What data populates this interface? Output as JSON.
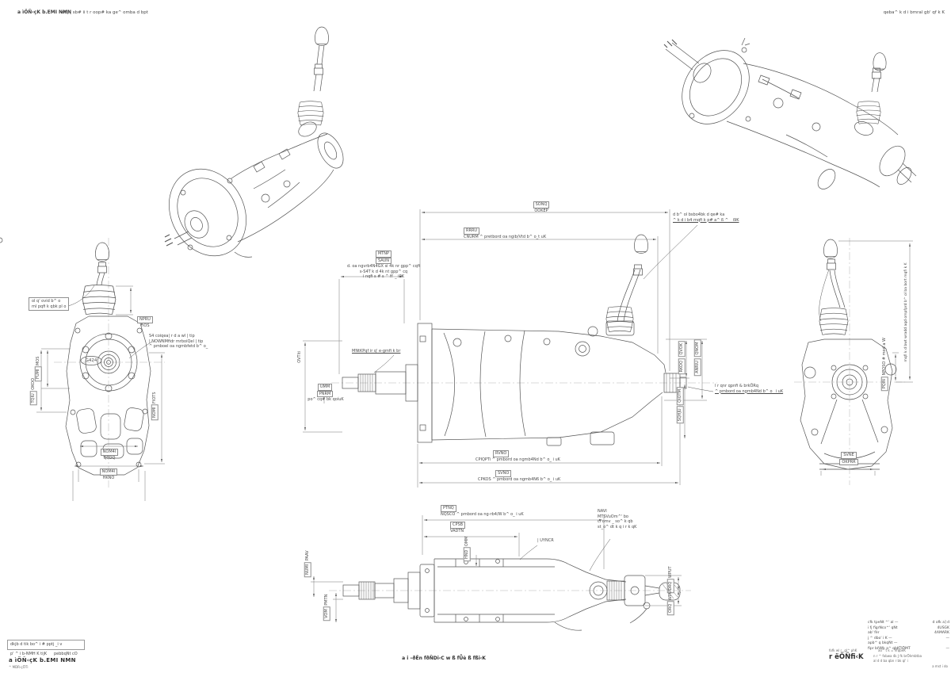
{
  "header": {
    "doc_code": "a ìÖÑ‹çK  b.EMI NMN",
    "left_note": "obj | sb# ii t r oop# ka ge^ omba d bpt",
    "right_note": "qeba^ k d i bmral gb' qf k K"
  },
  "views": {
    "front": {
      "lever_callout": [
        "ol q' ovid b^ o",
        "ml pqfi k qbk pl o"
      ],
      "boot_dim": {
        "a": "NPRU",
        "b": "FiOS"
      },
      "case_label": "G424",
      "left_dim1": {
        "a": "FUMI",
        "b": "MOS"
      },
      "left_dim2": {
        "a": "TQIU",
        "b": "OKOO"
      },
      "right_dim": {
        "a": "NOMI",
        "b": "FIOTS"
      },
      "bottom_dim1": {
        "a": "NOM4I",
        "b": "QTOQ"
      },
      "bottom_dim2": {
        "a": "NOM4I",
        "b": "HKNO"
      },
      "spigot_callout": [
        "S4 coiqea| r d a wl | tip",
        "| NOWNMfidr mrboiQel | tip",
        "^ pmboel oa ngmbfetd b^ o_"
      ]
    },
    "side": {
      "top_dim1": {
        "a": "SONQ",
        "b": "OOKEP"
      },
      "top_dim2": {
        "a": "RRRU",
        "b": "CNURM ^ pretbord oa ngib/Vtd b^ o_t uK"
      },
      "angle_callout": [
        "d b^ ol bsbo4bk d qe# ka",
        "^ k d i b4 mqfi k p# a^ ß ^ _ i9K"
      ],
      "shaft_dim": {
        "a": "MTNP",
        "b": "SAUN"
      },
      "shaft_note": [
        "d. oa ngvrb4N4GX si 4k nr gpp^ cqfi",
        "s-S4T k d 4k nt gpp^ cq",
        "i nqfi s # s ^ fi' _ i9K"
      ],
      "input_callout": "MNtKPqf ir q' e-gmfi k br",
      "left_rot_dim": "OVTiti",
      "input_height_dim": {
        "a": "UMM",
        "b": "PNRM"
      },
      "input_height_note": "po^ cq# bk qoíuK",
      "right_rot_dim1": {
        "a": "RKOQ",
        "b": "QVOK"
      },
      "right_rot_dim2": {
        "a": "ANRIU",
        "b": "QNOM"
      },
      "right_rot_dim3": {
        "a": "SQHJU",
        "b": "QIOTM"
      },
      "output_callout": [
        "l r qnr qpnfi & brkÖRq",
        "^ pmbord oa ngmb4Nd b^ o_ i uK"
      ],
      "bottom_dim1": {
        "a": "RVNO",
        "b": "CPIQPTi ^ pmbord oa ngmb4Nd b^ o_ i uK"
      },
      "bottom_dim2": {
        "a": "SVNO",
        "b": "CPKOS ^ pmbord oa ngmb4N6 b^ o_ i uK"
      }
    },
    "rear": {
      "height_note": "mqfi k d bwt wradd aqd ompfprd b^ ol ba bort mqfi k K",
      "rot_dim": {
        "a": "PQIN",
        "b": "NPQSO # mod a W"
      },
      "bottom_dim": {
        "a": "SVNE",
        "b": "OKPRR"
      }
    },
    "plan": {
      "top_dim1": {
        "a": "PTNQ",
        "b": "NQSCO ^ pmbord oa ng-rb4/W b^ o_ i uK"
      },
      "top_dim2": {
        "a": "CPSB",
        "b": "VADTN"
      },
      "mid_rot_dim": {
        "a": "HND",
        "b": "OMM"
      },
      "lever_label": "| UYNCR",
      "breather_callout": [
        "NAVI",
        "MTSVuOm^' bo",
        "cl omv _ so^ k qb",
        "st_o^ dt k q i r k qK"
      ],
      "left_rot_dim1": {
        "a": "NUMI",
        "b": "PAAV"
      },
      "left_rot_dim2": {
        "a": "VOM",
        "b": "PMTN"
      },
      "right_rot_dim1": {
        "a": "ORQ",
        "b": "WPUT"
      },
      "right_rot_dim2": {
        "a": "ORQ",
        "b": "WPUT"
      }
    }
  },
  "title_block": {
    "row1": "dkjb d tik bo^ i # pptj _i v",
    "scale_label": "p' ^ i b-NMH K tijK",
    "sheet_label": "pebbqNt cO",
    "doc_code": "a ìÖÑ‹çK   b.EMI NMN",
    "rev": "^ MDR‹çÖTì"
  },
  "footer": {
    "center_title": "a i –ðÊn fðÑDi‹C w ß fǕè ß fßi‹K"
  },
  "notes": {
    "rows": [
      {
        "l": "cfk tpeNt ^' al —",
        "r": "d ofk a] d"
      },
      {
        "l": "i fj figrNco^' qNt",
        "r": "4USGK"
      },
      {
        "l": "ab' fèr",
        "r": "4AMARK"
      },
      {
        "l": "j ^ dbo' i K —",
        "r": "—"
      },
      {
        "l": "apb^ q bkqNt —",
        "r": ""
      },
      {
        "l": "fipr bñWk a^ qbKTIÖMT",
        "r": "—"
      },
      {
        "l": "fofk wl r _gl^ phK",
        "r": "ao^ t k = VfqbëK"
      }
    ],
    "big_label": "r ëÖÑfi‹K",
    "big_note1": "n r ^ fobwa 4k J fk brÖèmbtba",
    "big_note2": "al d d ba qbn r bk qì' i",
    "corner": "a mst i do"
  }
}
